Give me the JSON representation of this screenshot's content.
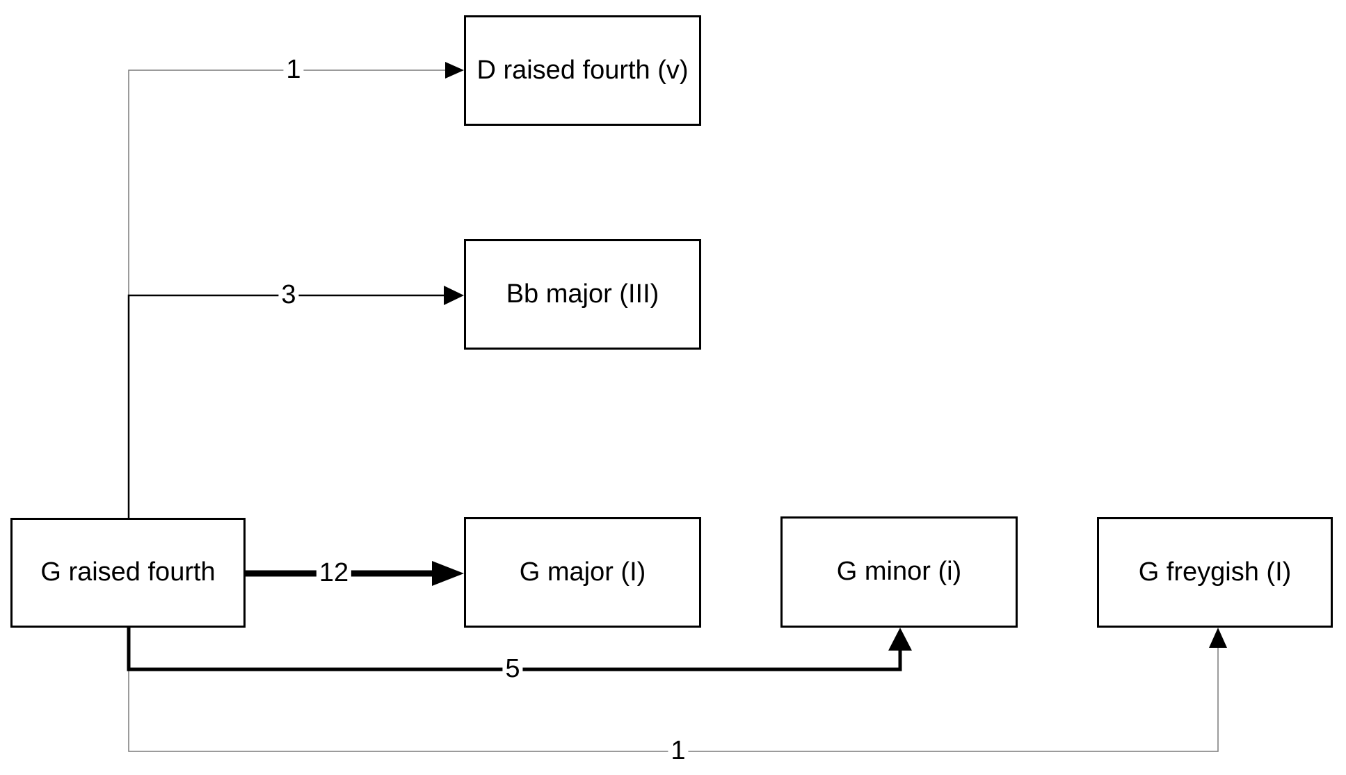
{
  "diagram": {
    "nodes": [
      {
        "id": "g-raised-fourth",
        "label": "G raised fourth"
      },
      {
        "id": "d-raised-fourth",
        "label": "D raised fourth (v)"
      },
      {
        "id": "bb-major",
        "label": "Bb major (III)"
      },
      {
        "id": "g-major",
        "label": "G major (I)"
      },
      {
        "id": "g-minor",
        "label": "G minor (i)"
      },
      {
        "id": "g-freygish",
        "label": "G freygish (I)"
      }
    ],
    "edges": [
      {
        "from": "G raised fourth",
        "to": "D raised fourth (v)",
        "weight": "1"
      },
      {
        "from": "G raised fourth",
        "to": "Bb major (III)",
        "weight": "3"
      },
      {
        "from": "G raised fourth",
        "to": "G major (I)",
        "weight": "12"
      },
      {
        "from": "G raised fourth",
        "to": "G minor (i)",
        "weight": "5"
      },
      {
        "from": "G raised fourth",
        "to": "G freygish (I)",
        "weight": "1"
      }
    ],
    "colors": {
      "node_border": "#000000",
      "thin_edge": "#7a7a7a",
      "thick_edge": "#000000",
      "background": "#ffffff"
    }
  }
}
